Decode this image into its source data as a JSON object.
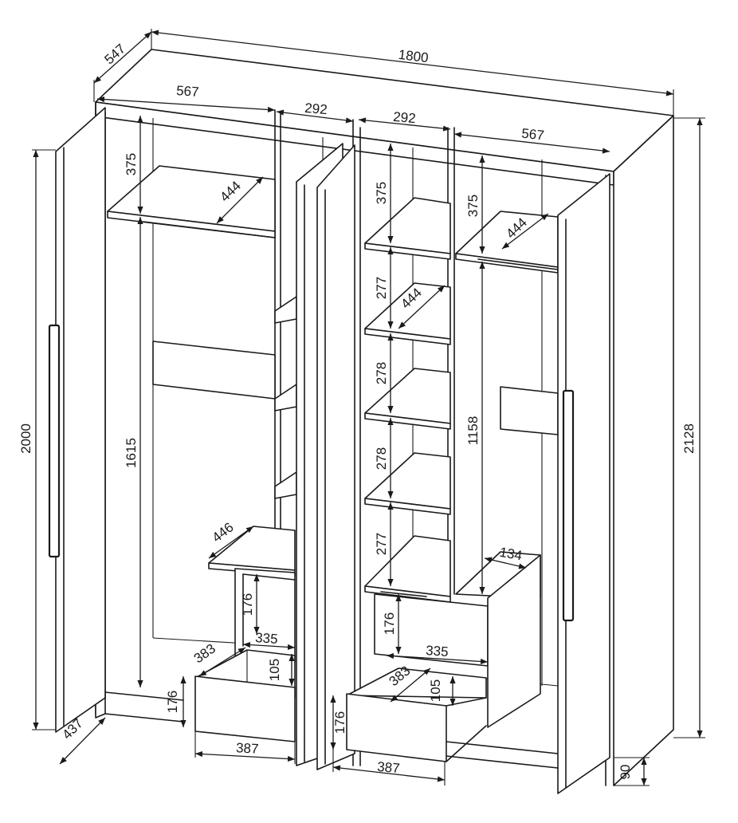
{
  "dimensions": {
    "total_width": "1800",
    "depth": "547",
    "left_section_width": "567",
    "center_left_width": "292",
    "center_right_width": "292",
    "right_section_width": "567",
    "body_height": "2000",
    "total_height": "2128",
    "left_top_shelf_gap": "375",
    "left_shelf_depth": "444",
    "left_hanging_height": "1615",
    "left_bottom_shelf_depth": "446",
    "left_drawer_height": "176",
    "left_drawer_inner_width": "335",
    "left_drawer_inner_depth": "383",
    "left_drawer_inner_height": "105",
    "left_lower_drawer_height": "176",
    "left_drawer_front_width": "387",
    "door_depth": "437",
    "center_shelf_1": "375",
    "center_shelf_depth": "444",
    "center_shelf_2": "277",
    "center_shelf_3": "278",
    "center_shelf_4": "278",
    "center_shelf_5": "277",
    "right_top_shelf_gap": "375",
    "right_shelf_depth": "444",
    "right_hanging_height": "1158",
    "right_cabinet_depth": "134",
    "right_drawer_height": "176",
    "right_drawer_inner_width": "335",
    "right_drawer_inner_depth": "383",
    "right_drawer_inner_height": "105",
    "right_lower_drawer_height": "176",
    "right_drawer_front_width": "387",
    "plinth_height": "90"
  }
}
